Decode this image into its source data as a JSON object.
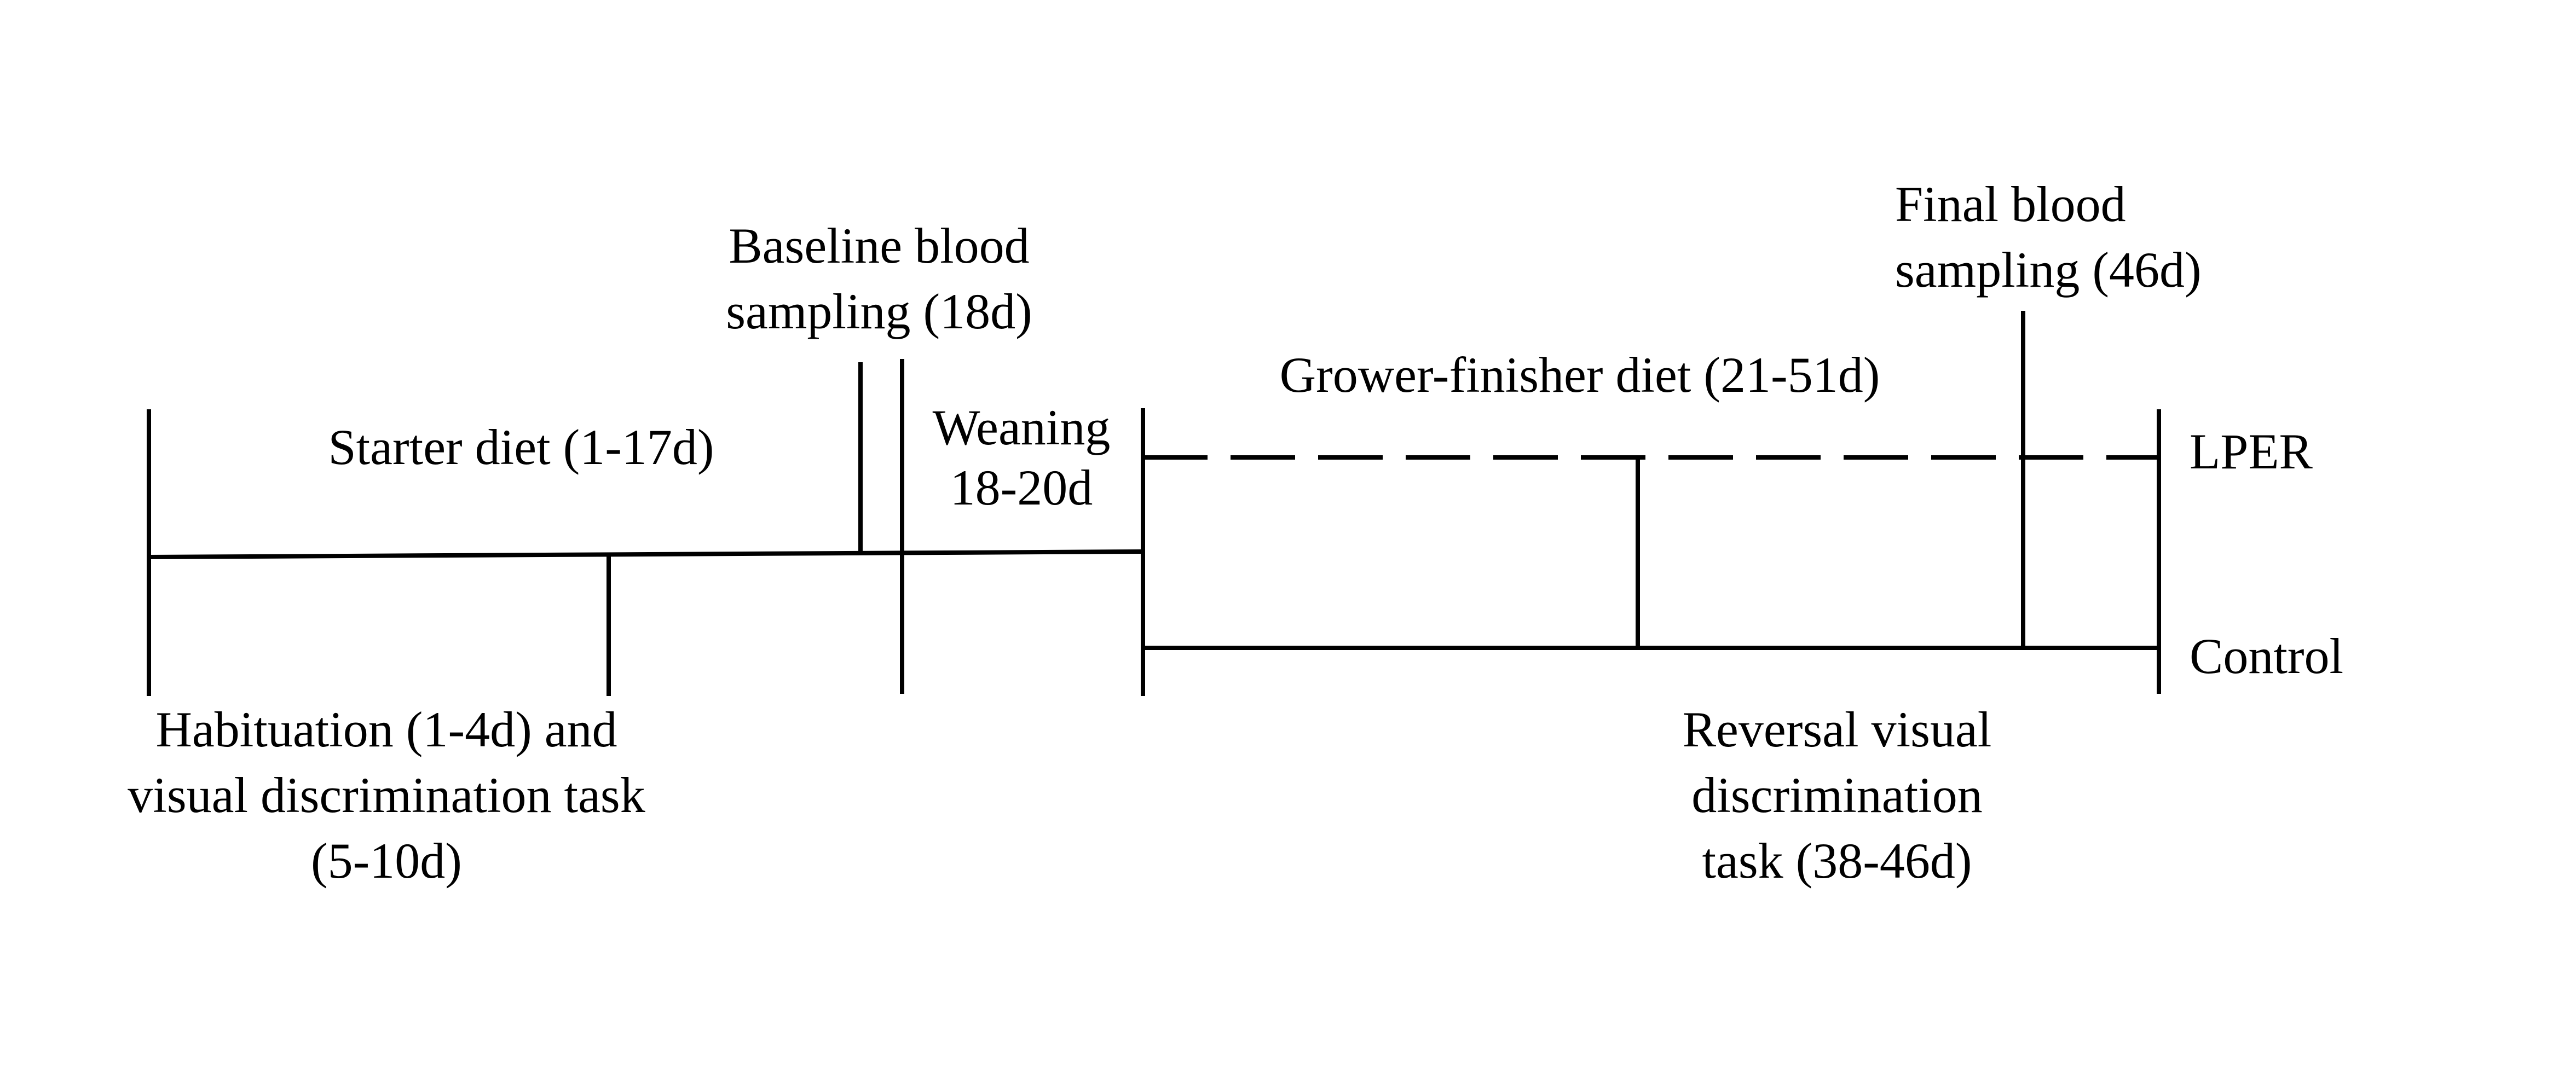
{
  "labels": {
    "starter_diet": "Starter diet (1-17d)",
    "baseline_line1": "Baseline blood",
    "baseline_line2": "sampling (18d)",
    "weaning_line1": "Weaning",
    "weaning_line2": "18-20d",
    "grower_finisher": "Grower-finisher diet (21-51d)",
    "final_line1": "Final blood",
    "final_line2": "sampling (46d)",
    "lper": "LPER",
    "control": "Control",
    "habituation_line1": "Habituation (1-4d) and",
    "habituation_line2": "visual discrimination task",
    "habituation_line3": "(5-10d)",
    "reversal_line1": "Reversal visual",
    "reversal_line2": "discrimination",
    "reversal_line3": "task (38-46d)"
  }
}
